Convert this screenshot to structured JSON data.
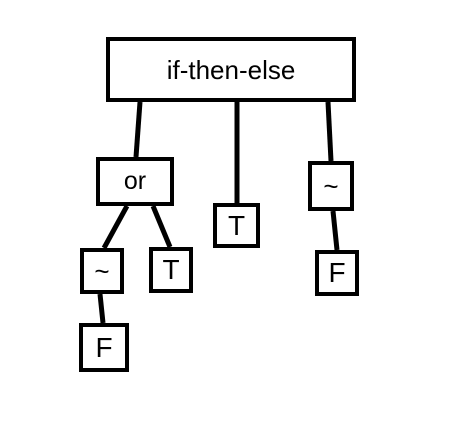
{
  "diagram": {
    "nodes": {
      "root": "if-then-else",
      "or": "or",
      "then_value": "T",
      "else_not": "~",
      "or_not": "~",
      "or_true": "T",
      "else_false": "F",
      "not_false": "F"
    },
    "edges": [
      [
        "root",
        "or"
      ],
      [
        "root",
        "then_value"
      ],
      [
        "root",
        "else_not"
      ],
      [
        "or",
        "or_not"
      ],
      [
        "or",
        "or_true"
      ],
      [
        "or_not",
        "not_false"
      ],
      [
        "else_not",
        "else_false"
      ]
    ],
    "colors": {
      "line": "#000000",
      "box_fill": "#ffffff",
      "background": "#ffffff"
    }
  }
}
